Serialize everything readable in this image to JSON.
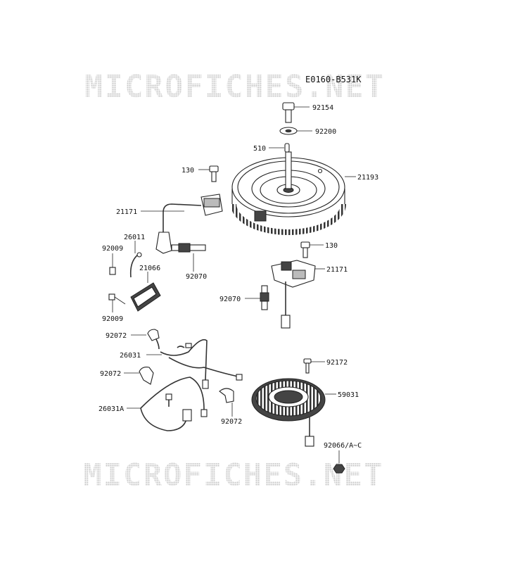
{
  "diagram_code": "E0160-B531K",
  "watermarks": [
    "MICROFICHES.NET",
    "MICROFICHES.NET"
  ],
  "part_labels": [
    {
      "id": "92154",
      "text": "92154"
    },
    {
      "id": "92200",
      "text": "92200"
    },
    {
      "id": "510",
      "text": "510"
    },
    {
      "id": "130a",
      "text": "130"
    },
    {
      "id": "21193",
      "text": "21193"
    },
    {
      "id": "21171a",
      "text": "21171"
    },
    {
      "id": "26011",
      "text": "26011"
    },
    {
      "id": "92009a",
      "text": "92009"
    },
    {
      "id": "21066",
      "text": "21066"
    },
    {
      "id": "92070a",
      "text": "92070"
    },
    {
      "id": "130b",
      "text": "130"
    },
    {
      "id": "21171b",
      "text": "21171"
    },
    {
      "id": "92070b",
      "text": "92070"
    },
    {
      "id": "92009b",
      "text": "92009"
    },
    {
      "id": "92072a",
      "text": "92072"
    },
    {
      "id": "26031",
      "text": "26031"
    },
    {
      "id": "92172",
      "text": "92172"
    },
    {
      "id": "92072b",
      "text": "92072"
    },
    {
      "id": "59031",
      "text": "59031"
    },
    {
      "id": "26031A",
      "text": "26031A"
    },
    {
      "id": "92072c",
      "text": "92072"
    },
    {
      "id": "92066",
      "text": "92066/A~C"
    }
  ]
}
